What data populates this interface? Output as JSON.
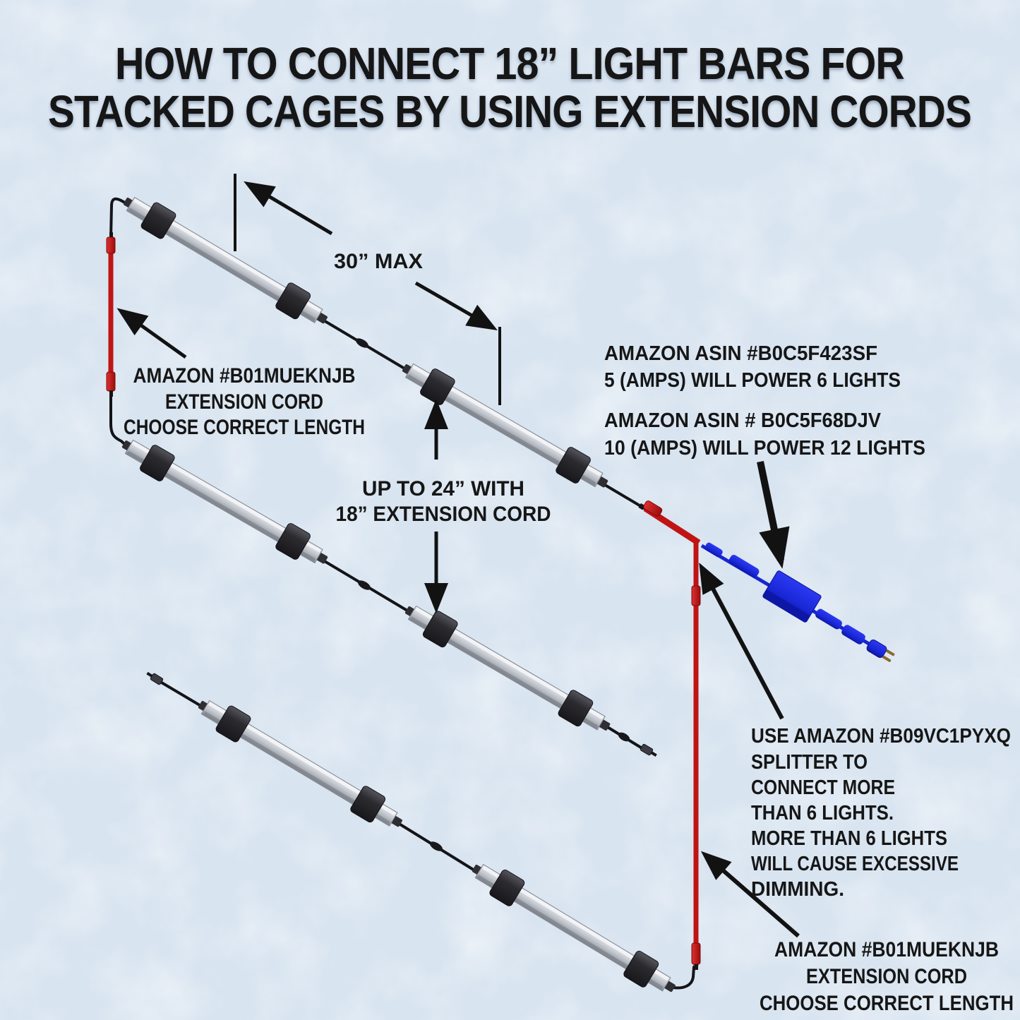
{
  "title": {
    "line1": "HOW TO CONNECT 18” LIGHT BARS FOR",
    "line2": "STACKED CAGES BY USING EXTENSION CORDS"
  },
  "labels": {
    "max_spacing": "30” MAX",
    "left_extension_cord": {
      "line1": "AMAZON #B01MUEKNJB",
      "line2": "EXTENSION CORD",
      "line3": "CHOOSE CORRECT LENGTH"
    },
    "mid_gap": {
      "line1": "UP TO 24” WITH",
      "line2": "18” EXTENSION CORD"
    },
    "power_supplies": {
      "line1": "AMAZON ASIN #B0C5F423SF",
      "line2": "5 (AMPS) WILL POWER 6 LIGHTS",
      "line3": "AMAZON ASIN # B0C5F68DJV",
      "line4": "10 (AMPS) WILL POWER 12 LIGHTS"
    },
    "splitter_note": {
      "line1": "USE AMAZON #B09VC1PYXQ",
      "line2": " SPLITTER TO",
      "line3": "CONNECT MORE",
      "line4": "THAN 6 LIGHTS.",
      "line5": "MORE THAN 6 LIGHTS",
      "line6": "WILL CAUSE EXCESSIVE",
      "line7": "DIMMING."
    },
    "bottom_extension_cord": {
      "line1": "AMAZON #B01MUEKNJB",
      "line2": "EXTENSION CORD",
      "line3": "CHOOSE CORRECT LENGTH"
    }
  },
  "colors": {
    "background": "#d8e4f0",
    "text": "#161616",
    "extension_cord_red": "#c01414",
    "power_cable_blue": "#1a28d8",
    "light_bar_gray": "#c3c7cd",
    "clip_black": "#26262a"
  }
}
